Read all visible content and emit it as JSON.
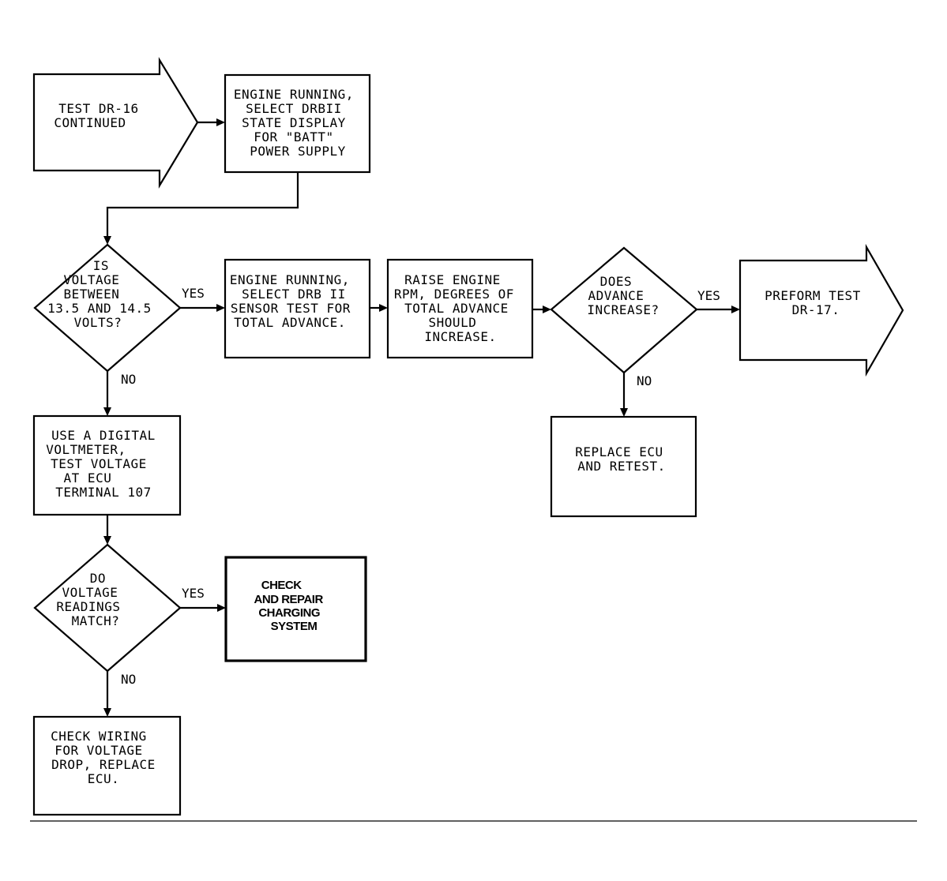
{
  "diagram": {
    "nodes": {
      "start": {
        "lines": [
          "TEST DR-16",
          "CONTINUED"
        ]
      },
      "select_batt": {
        "lines": [
          "ENGINE RUNNING,",
          "SELECT DRBII",
          "STATE DISPLAY",
          "FOR \"BATT\"",
          "POWER SUPPLY"
        ]
      },
      "voltage_question": {
        "lines": [
          "IS",
          "VOLTAGE",
          "BETWEEN",
          "13.5 AND 14.5",
          "VOLTS?"
        ]
      },
      "sensor_test": {
        "lines": [
          "ENGINE RUNNING,",
          "SELECT DRB II",
          "SENSOR TEST FOR",
          "TOTAL ADVANCE."
        ]
      },
      "raise_rpm": {
        "lines": [
          "RAISE ENGINE",
          "RPM, DEGREES OF",
          "TOTAL ADVANCE",
          "SHOULD",
          "INCREASE."
        ]
      },
      "advance_question": {
        "lines": [
          "DOES",
          "ADVANCE",
          "INCREASE?"
        ]
      },
      "perform_test": {
        "lines": [
          "PREFORM TEST",
          "DR-17."
        ]
      },
      "replace_ecu": {
        "lines": [
          "REPLACE ECU",
          "AND RETEST."
        ]
      },
      "digital_voltmeter": {
        "lines": [
          "USE A DIGITAL",
          "VOLTMETER,",
          "TEST VOLTAGE",
          "AT ECU",
          "TERMINAL 107"
        ]
      },
      "readings_question": {
        "lines": [
          "DO",
          "VOLTAGE",
          "READINGS",
          "MATCH?"
        ]
      },
      "check_charging": {
        "lines": [
          "CHECK",
          "AND REPAIR",
          "CHARGING",
          "SYSTEM"
        ]
      },
      "check_wiring": {
        "lines": [
          "CHECK WIRING",
          "FOR VOLTAGE",
          "DROP, REPLACE",
          "ECU."
        ]
      }
    },
    "edge_labels": {
      "voltage_yes": "YES",
      "voltage_no": "NO",
      "advance_yes": "YES",
      "advance_no": "NO",
      "readings_yes": "YES",
      "readings_no": "NO"
    }
  }
}
